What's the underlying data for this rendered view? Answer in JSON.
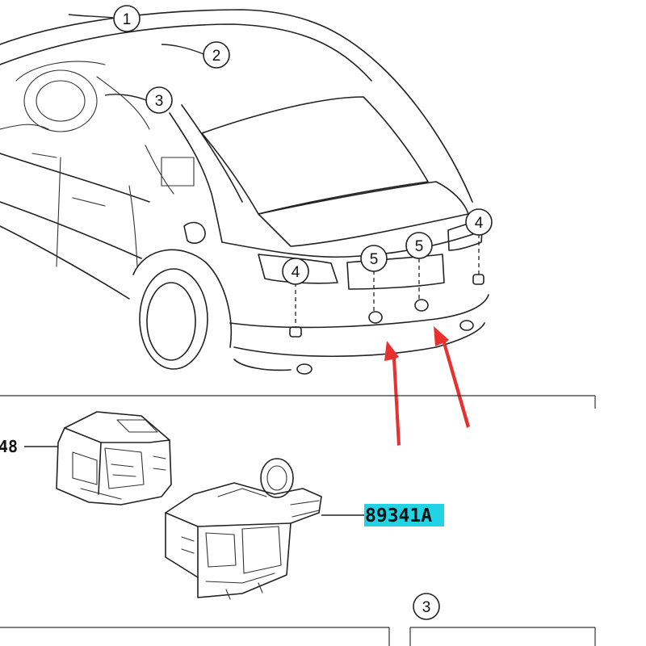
{
  "callouts": [
    {
      "id": "c1",
      "label": "1"
    },
    {
      "id": "c2",
      "label": "2"
    },
    {
      "id": "c3",
      "label": "3"
    },
    {
      "id": "c4a",
      "label": "4"
    },
    {
      "id": "c4b",
      "label": "4"
    },
    {
      "id": "c5a",
      "label": "5"
    },
    {
      "id": "c5b",
      "label": "5"
    },
    {
      "id": "c3b",
      "label": "3"
    }
  ],
  "part_numbers": {
    "left_partial": "48",
    "sensor": "89341A"
  },
  "colors": {
    "arrow": "#e8312f",
    "highlight": "#22d3e6",
    "line": "#222222"
  }
}
